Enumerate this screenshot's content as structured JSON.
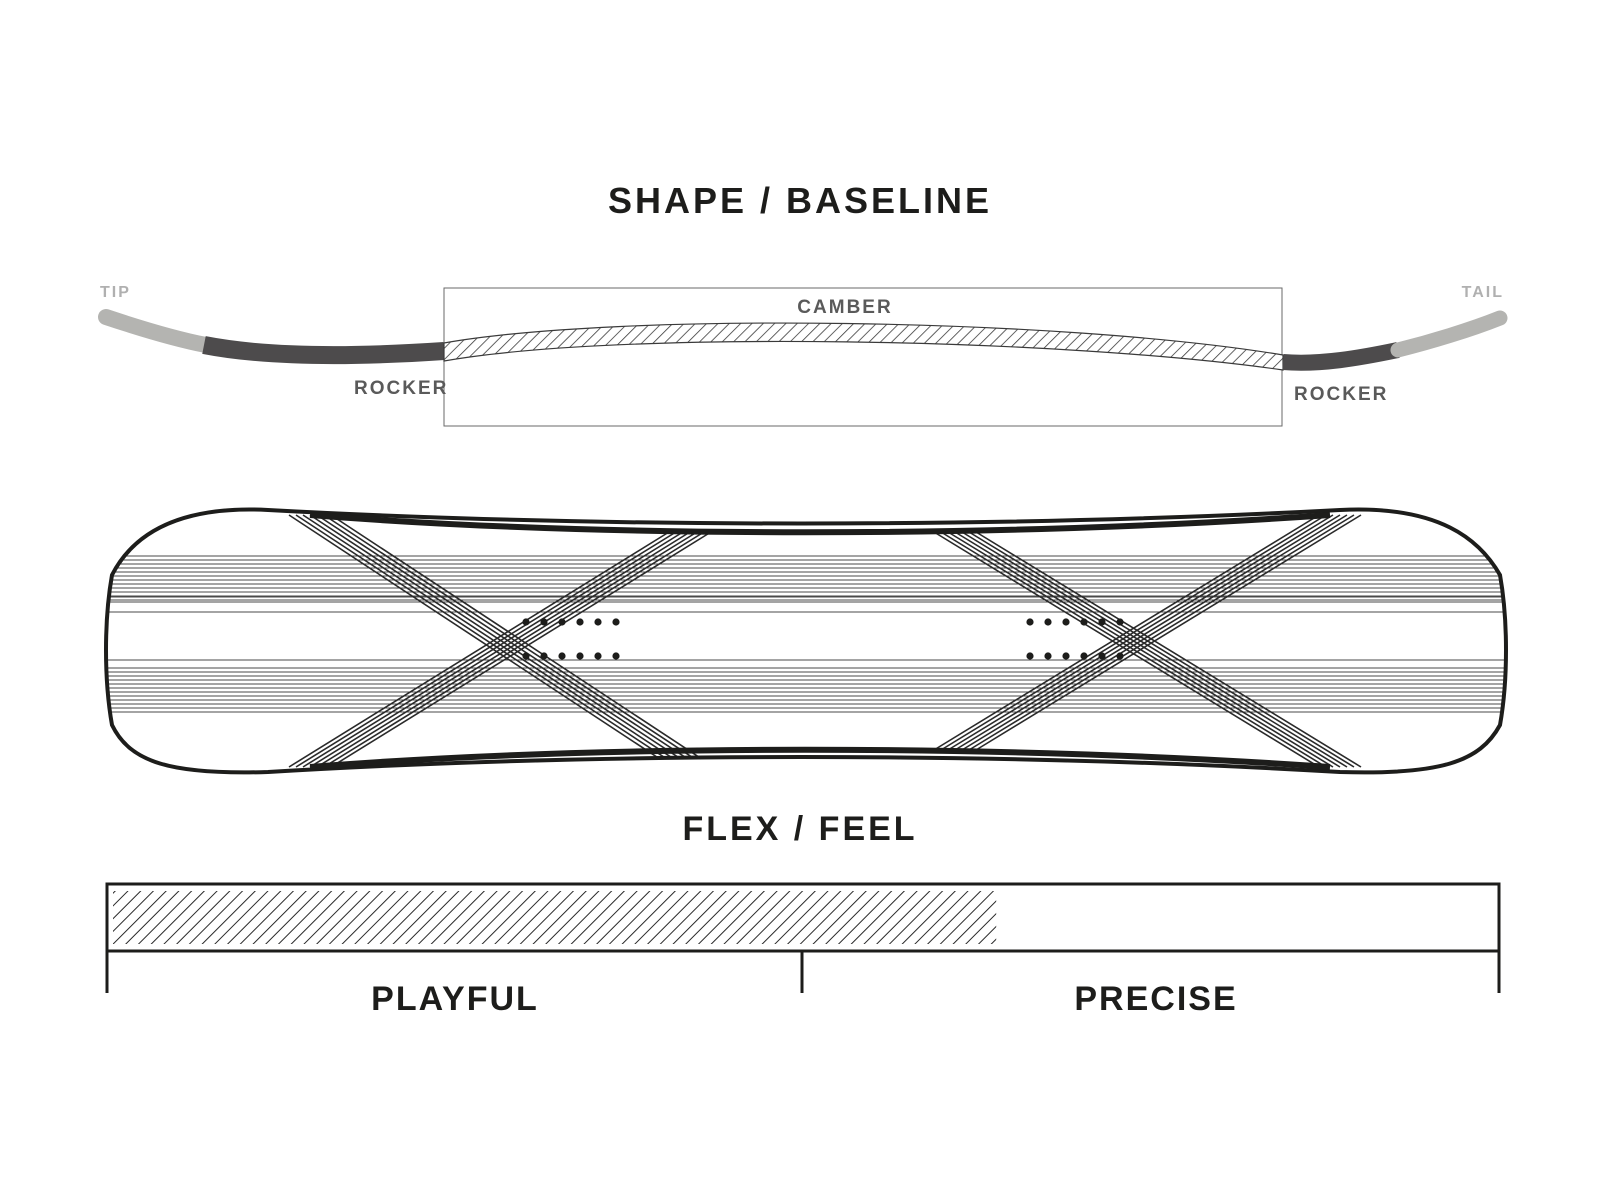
{
  "shape": {
    "heading": "SHAPE / BASELINE",
    "labels": {
      "tip": "TIP",
      "tail": "TAIL",
      "camber": "CAMBER",
      "rocker_left": "ROCKER",
      "rocker_right": "ROCKER"
    }
  },
  "flex": {
    "heading": "FLEX / FEEL",
    "left_label": "PLAYFUL",
    "right_label": "PRECISE",
    "level_percent": 64
  },
  "colors": {
    "ink": "#1d1d1b",
    "rocker_dark": "#4d4b4c",
    "tip_tail_light": "#b4b4b1",
    "label_gray": "#5a5a5a",
    "light_label_gray": "#b0b0b0"
  }
}
